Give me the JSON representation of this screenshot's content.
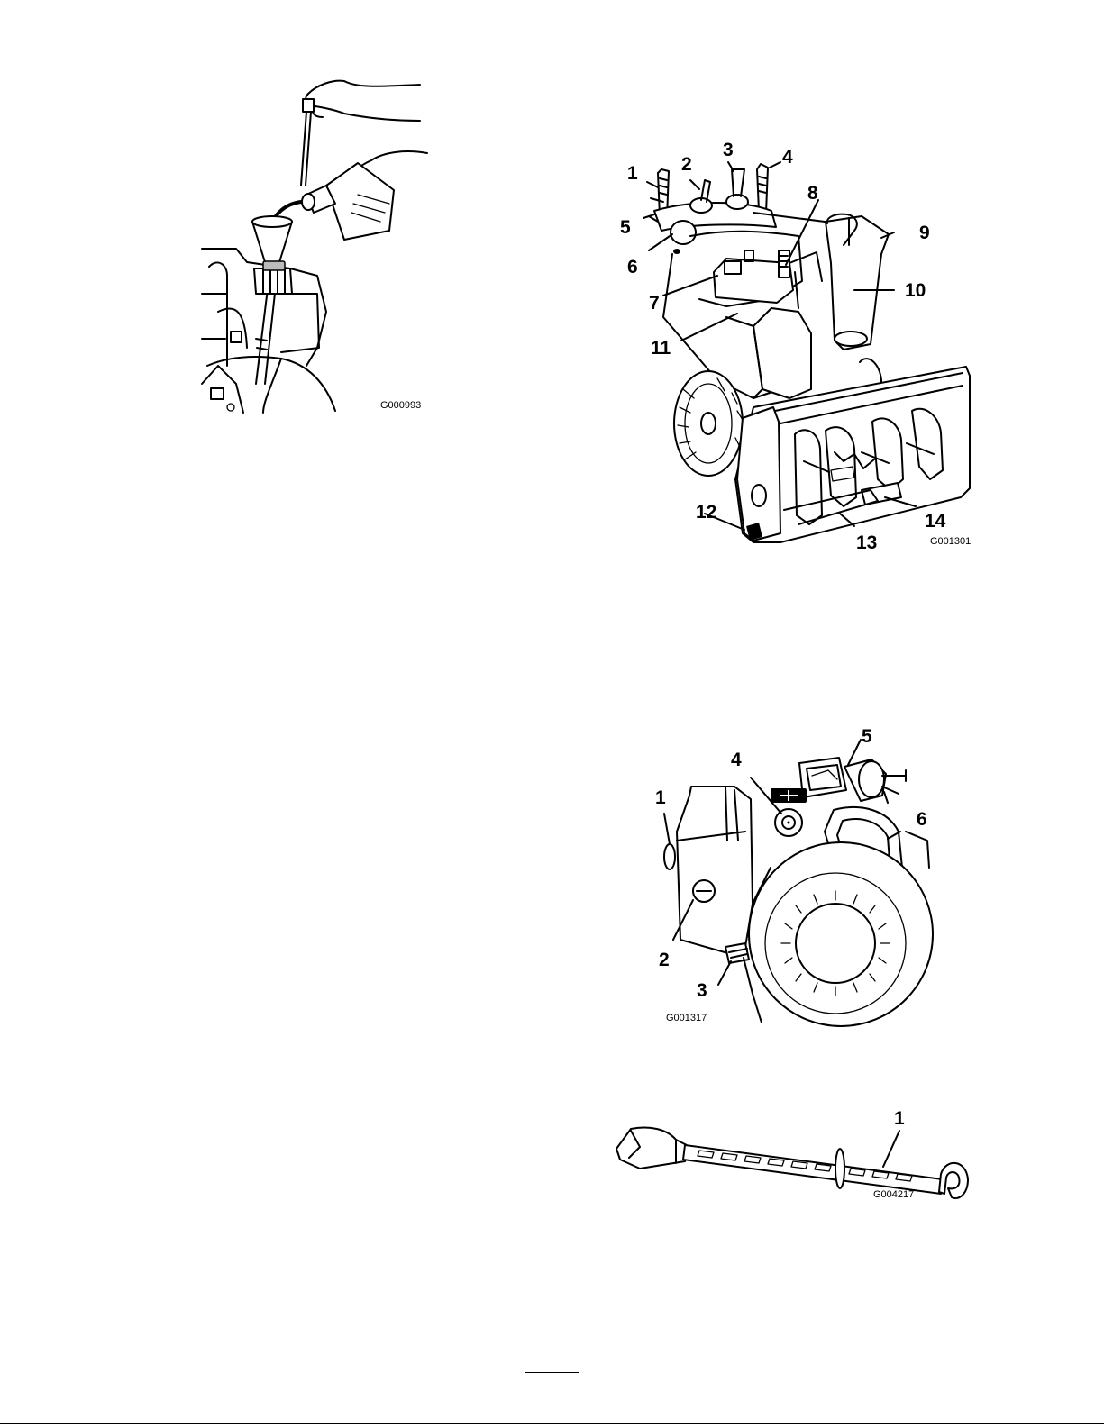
{
  "figures": {
    "oil_fill": {
      "code": "G000993"
    },
    "snowthrower_overview": {
      "code": "G001301",
      "callouts": [
        "1",
        "2",
        "3",
        "4",
        "5",
        "6",
        "7",
        "8",
        "9",
        "10",
        "11",
        "12",
        "13",
        "14"
      ]
    },
    "engine_controls": {
      "code": "G001317",
      "callouts": [
        "1",
        "2",
        "3",
        "4",
        "5",
        "6"
      ]
    },
    "clearing_tool": {
      "code": "G004217",
      "callouts": [
        "1"
      ]
    }
  }
}
